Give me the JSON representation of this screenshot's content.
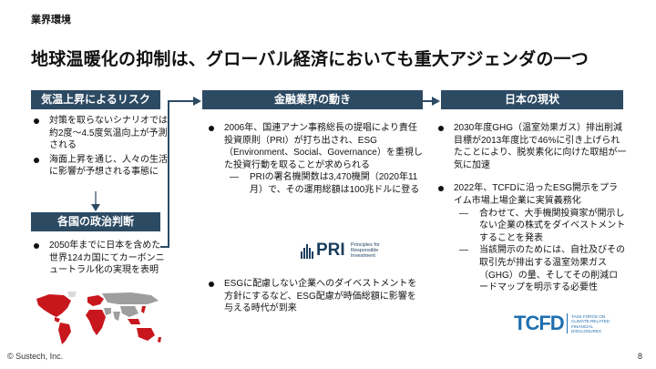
{
  "section_label": "業界環境",
  "title": "地球温暖化の抑制は、グローバル経済においても重大アジェンダの一つ",
  "col1": {
    "header1": "気温上昇によるリスク",
    "bullets1": [
      "対策を取らないシナリオでは約2度〜4.5度気温向上が予測される",
      "海面上昇を通じ、人々の生活に影響が予想される事態に"
    ],
    "header2": "各国の政治判断",
    "bullets2": [
      "2050年までに日本を含めた世界124カ国にてカーボンニュートラル化の実現を表明"
    ]
  },
  "col2": {
    "header": "金融業界の動き",
    "bullet1": "2006年、国連アナン事務総長の提唱により責任投資原則（PRI）が打ち出され、ESG（Environment、Social、Governance）を重視した投資行動を取ることが求められる",
    "sub1": "PRIの署名機関数は3,470機関（2020年11月）で、その運用総額は100兆ドルに登る",
    "pri_logo": "PRI",
    "pri_text": [
      "Principles for",
      "Responsible",
      "Investment"
    ],
    "bullet2": "ESGに配慮しない企業へのダイベストメントを方針にするなど、ESG配慮が時価総額に影響を与える時代が到来"
  },
  "col3": {
    "header": "日本の現状",
    "bullet1": "2030年度GHG（温室効果ガス）排出削減目標が2013年度比で46%に引き上げられたことにより、脱炭素化に向けた取組が一気に加速",
    "bullet2": "2022年、TCFDに沿ったESG開示をプライム市場上場企業に実質義務化",
    "sub1": "合わせて、大手機関投資家が開示しない企業の株式をダイベストメントすることを発表",
    "sub2": "当該開示のためには、自社及びその取引先が排出する温室効果ガス（GHG）の量、そしてその削減ロードマップを明示する必要性",
    "tcfd_logo": "TCFD",
    "tcfd_text": [
      "TASK FORCE ON",
      "CLIMATE-RELATED",
      "FINANCIAL",
      "DISCLOSURES"
    ]
  },
  "footer": "© Sustech, Inc.",
  "page_number": "8",
  "colors": {
    "header_bg": "#2d4a63",
    "accent_blue": "#1f6fb0",
    "map_red": "#c8161d"
  }
}
